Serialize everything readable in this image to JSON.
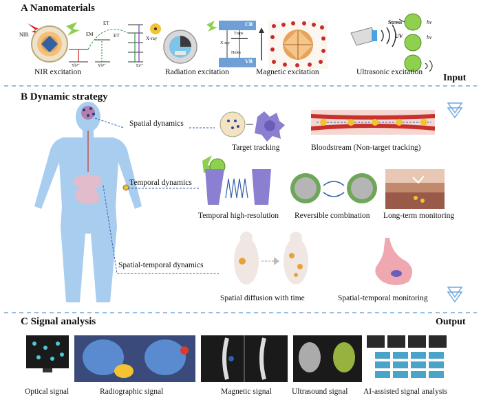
{
  "section_a": {
    "title": "A Nanomaterials",
    "captions": [
      "NIR excitation",
      "Radiation excitation",
      "Magnetic excitation",
      "Ultrasonic excitation"
    ],
    "input_label": "Input",
    "inset_text": {
      "nir": "NIR",
      "em": "EM",
      "et1": "ET",
      "et2": "ET",
      "yb1": "Yb³⁺",
      "yb2": "Yb³⁺",
      "er": "Er³⁺",
      "xray": "X-ray",
      "cb": "CB",
      "vb": "VB",
      "traps": "Traps",
      "xray2": "X-ray",
      "holes": "Holes",
      "stress": "Stress",
      "uv": "UV",
      "hv1": "hv",
      "hv2": "hv"
    }
  },
  "section_b": {
    "title": "B Dynamic strategy",
    "labels": [
      "Spatial dynamics",
      "Temporal dynamics",
      "Spatial-temporal dynamics"
    ],
    "captions": [
      "Target tracking",
      "Bloodstream (Non-target tracking)",
      "Temporal high-resolution",
      "Reversible combination",
      "Long-term monitoring",
      "Spatial diffusion with time",
      "Spatial-temporal monitoring"
    ]
  },
  "section_c": {
    "title": "C Signal analysis",
    "output_label": "Output",
    "captions": [
      "Optical signal",
      "Radiographic signal",
      "Magnetic signal",
      "Ultrasound signal",
      "AI-assisted signal analysis"
    ]
  },
  "colors": {
    "body": "#a9cdee",
    "divider": "#6fa8dc",
    "panel_dark": "#1a1a1a",
    "accent_green": "#7fc24a",
    "accent_purple": "#8a7fd0",
    "vessel": "#c8322b"
  }
}
